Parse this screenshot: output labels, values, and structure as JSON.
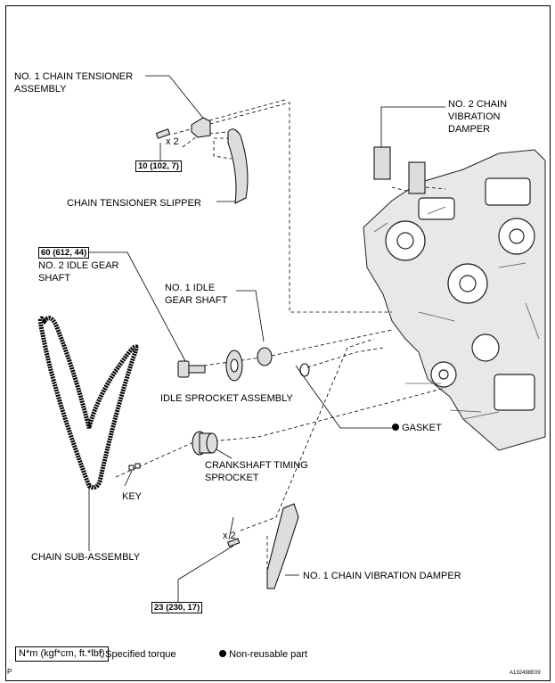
{
  "labels": {
    "tensioner_line1": "NO. 1 CHAIN TENSIONER",
    "tensioner_line2": "ASSEMBLY",
    "tensioner_qty": "x 2",
    "tensioner_torque": "10 (102, 7)",
    "slipper": "CHAIN TENSIONER SLIPPER",
    "damper2_line1": "NO. 2 CHAIN",
    "damper2_line2": "VIBRATION",
    "damper2_line3": "DAMPER",
    "idle2_torque": "60 (612, 44)",
    "idle2_line1": "NO. 2 IDLE GEAR",
    "idle2_line2": "SHAFT",
    "idle1_line1": "NO. 1 IDLE",
    "idle1_line2": "GEAR SHAFT",
    "idle_sprocket": "IDLE SPROCKET ASSEMBLY",
    "gasket": "GASKET",
    "crank_line1": "CRANKSHAFT TIMING",
    "crank_line2": "SPROCKET",
    "key": "KEY",
    "chain": "CHAIN SUB-ASSEMBLY",
    "damper1_qty": "x 2",
    "damper1": "NO. 1 CHAIN VIBRATION DAMPER",
    "damper1_torque": "23 (230, 17)"
  },
  "legend": {
    "torque_units": "N*m (kgf*cm, ft.*lbf)",
    "torque_text": ": Specified torque",
    "nonreusable_text": "Non-reusable part"
  },
  "footer": {
    "page_mark": "P",
    "figure_code": "A132498E09"
  }
}
